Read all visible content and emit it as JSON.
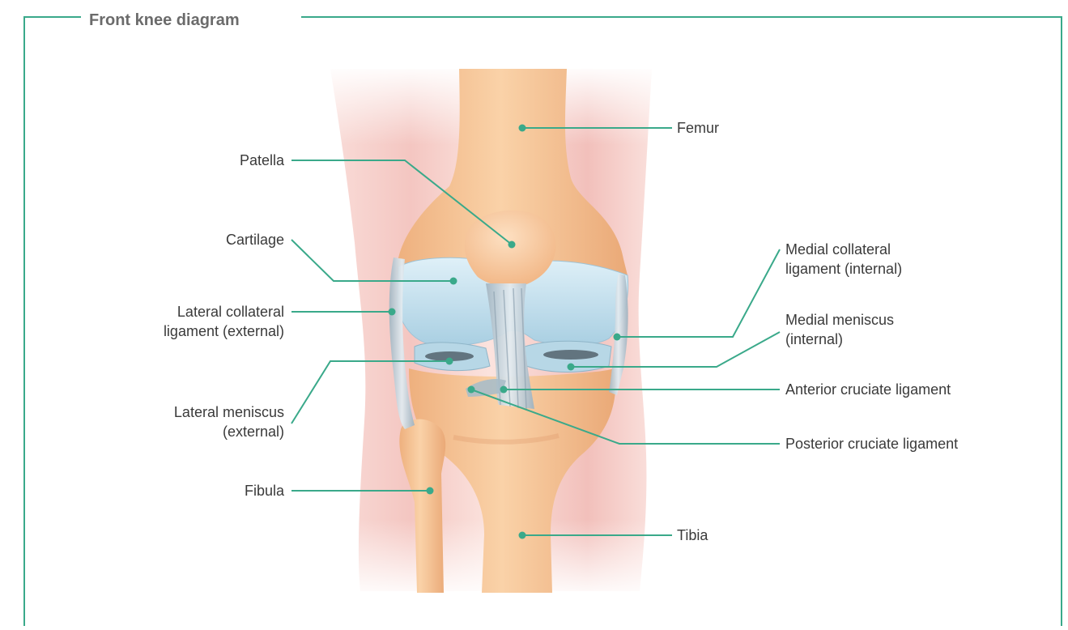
{
  "title": "Front knee diagram",
  "colors": {
    "frame": "#3aa98a",
    "leader": "#3aa98a",
    "bone": "#f6c596",
    "cartilage": "#c9e2ef",
    "ligament": "#b9c8d2",
    "skin": "#f7d5d2"
  },
  "labels": {
    "femur": "Femur",
    "patella": "Patella",
    "cartilage": "Cartilage",
    "medial_collateral_1": "Medial collateral",
    "medial_collateral_2": "ligament (internal)",
    "lateral_collateral_1": "Lateral collateral",
    "lateral_collateral_2": "ligament (external)",
    "medial_meniscus_1": "Medial meniscus",
    "medial_meniscus_2": "(internal)",
    "anterior_cruciate": "Anterior cruciate ligament",
    "lateral_meniscus_1": "Lateral meniscus",
    "lateral_meniscus_2": "(external)",
    "posterior_cruciate": "Posterior cruciate ligament",
    "fibula": "Fibula",
    "tibia": "Tibia"
  }
}
